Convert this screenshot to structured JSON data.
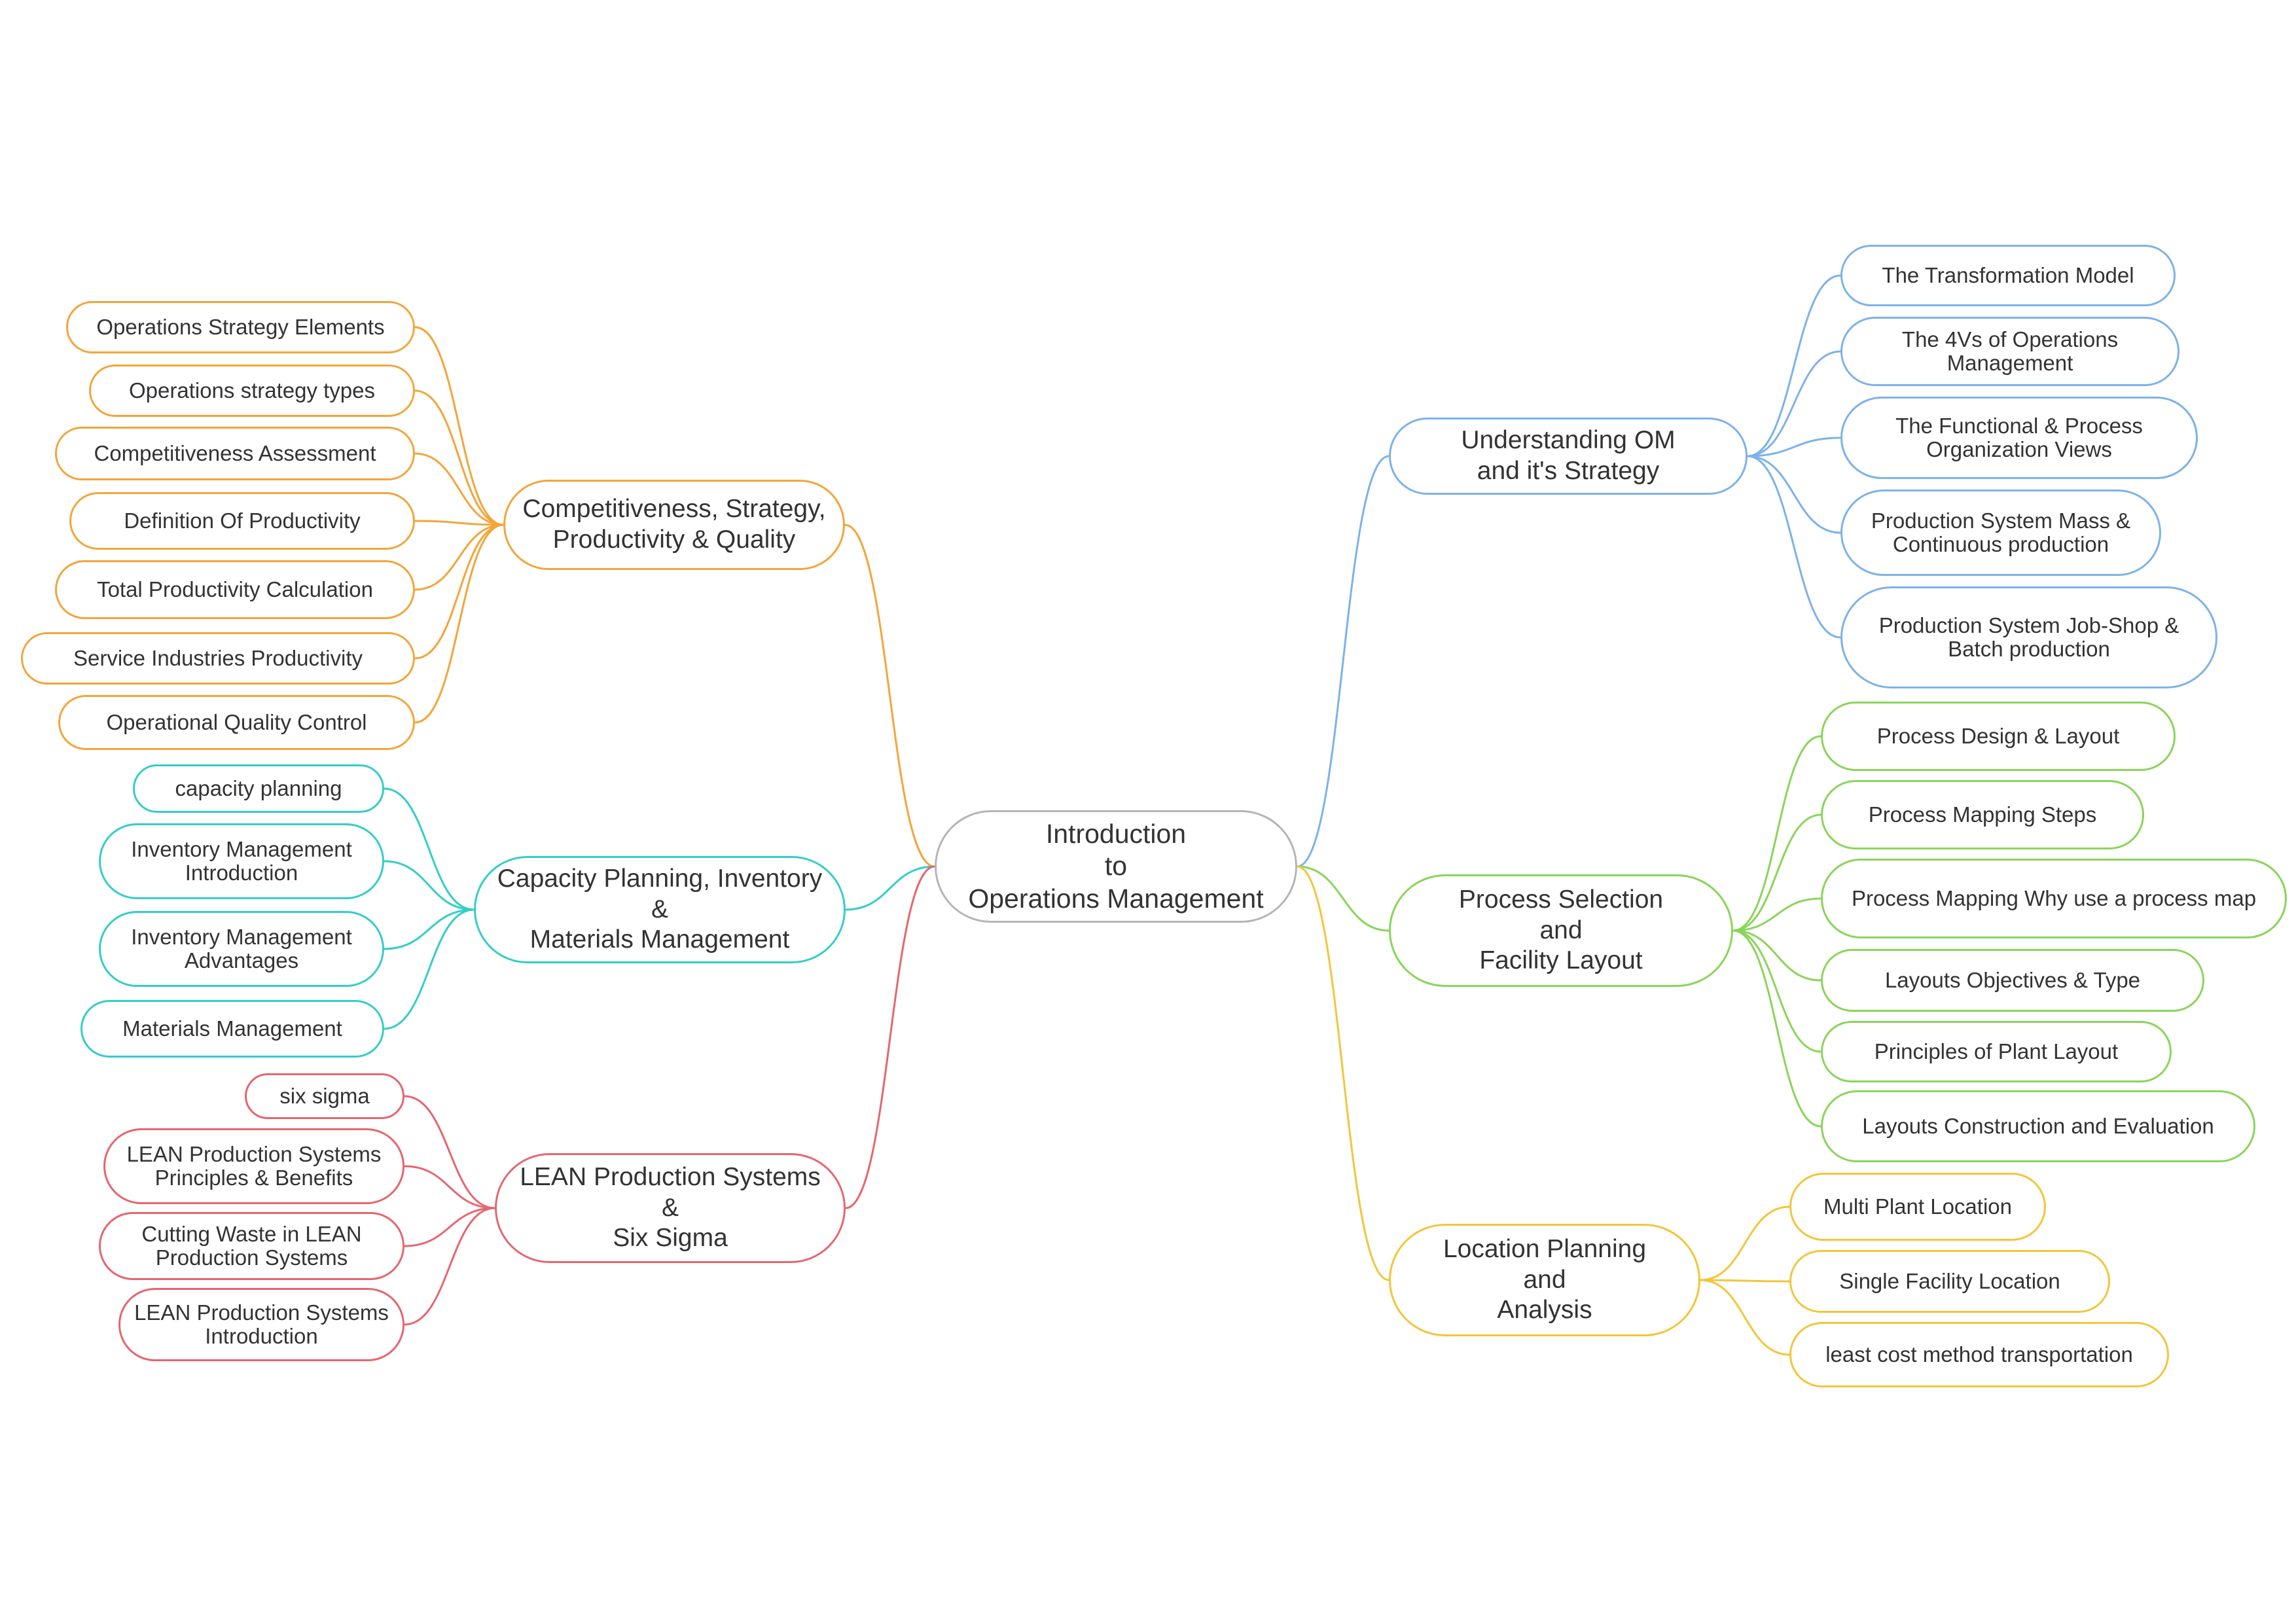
{
  "central": {
    "label": "Introduction\nto\nOperations Management",
    "color": "#b5b5b5"
  },
  "branches": [
    {
      "key": "strategy",
      "label": "Competitiveness, Strategy,\nProductivity & Quality",
      "color": "#f3a53a",
      "children": [
        "Operations Strategy Elements",
        "Operations strategy types",
        "Competitiveness Assessment",
        "Definition Of Productivity",
        "Total Productivity Calculation",
        "Service Industries Productivity",
        "Operational Quality Control"
      ]
    },
    {
      "key": "capacity",
      "label": "Capacity Planning, Inventory\n&\nMaterials Management",
      "color": "#34cdc8",
      "children": [
        "capacity planning",
        "Inventory Management\nIntroduction",
        "Inventory Management\nAdvantages",
        "Materials Management"
      ]
    },
    {
      "key": "lean",
      "label": "LEAN Production Systems\n&\nSix Sigma",
      "color": "#e5666f",
      "children": [
        "six sigma",
        "LEAN Production Systems\nPrinciples & Benefits",
        "Cutting Waste in LEAN\nProduction Systems",
        "LEAN Production Systems\nIntroduction"
      ]
    },
    {
      "key": "understanding",
      "label": "Understanding OM\nand it's Strategy",
      "color": "#7db2ea",
      "children": [
        "The Transformation Model",
        "The 4Vs of Operations\nManagement",
        "The Functional & Process\nOrganization Views",
        "Production System Mass &\nContinuous production",
        "Production System Job-Shop &\nBatch production"
      ]
    },
    {
      "key": "process",
      "label": "Process Selection\nand\nFacility Layout",
      "color": "#8bd45a",
      "children": [
        "Process Design & Layout",
        "Process Mapping Steps",
        "Process Mapping Why use a process map",
        "Layouts Objectives & Type",
        "Principles of Plant Layout",
        "Layouts Construction and Evaluation"
      ]
    },
    {
      "key": "location",
      "label": "Location Planning\nand\nAnalysis",
      "color": "#f2c63a",
      "children": [
        "Multi Plant Location",
        "Single Facility Location",
        "least cost method transportation"
      ]
    }
  ]
}
